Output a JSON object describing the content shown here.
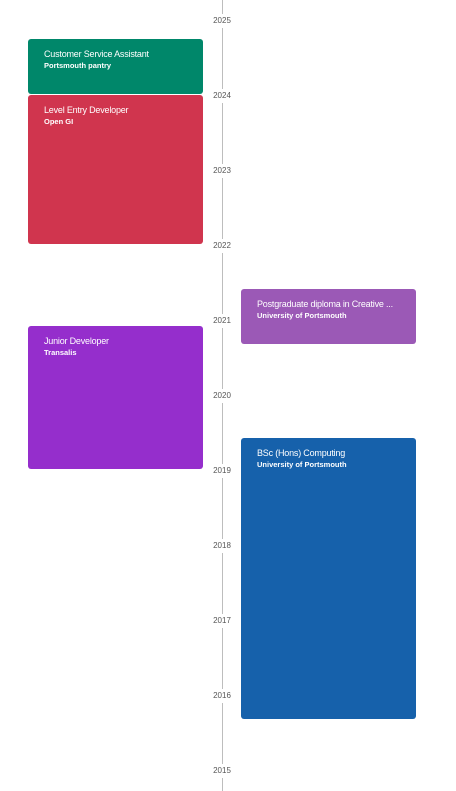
{
  "timeline": {
    "years": [
      "2025",
      "2024",
      "2023",
      "2022",
      "2021",
      "2020",
      "2019",
      "2018",
      "2017",
      "2016",
      "2015"
    ]
  },
  "entries": {
    "customer_service": {
      "title": "Customer Service Assistant",
      "organization": "Portsmouth pantry",
      "color": "#00876a"
    },
    "level_entry": {
      "title": "Level Entry Developer",
      "organization": "Open GI",
      "color": "#d0354e"
    },
    "postgrad": {
      "title": "Postgraduate diploma in Creative ...",
      "organization": "University of Portsmouth",
      "color": "#9b59b6"
    },
    "junior_dev": {
      "title": "Junior Developer",
      "organization": "Transalis",
      "color": "#952ecc"
    },
    "bsc": {
      "title": "BSc (Hons) Computing",
      "organization": "University of Portsmouth",
      "color": "#1661ab"
    }
  }
}
